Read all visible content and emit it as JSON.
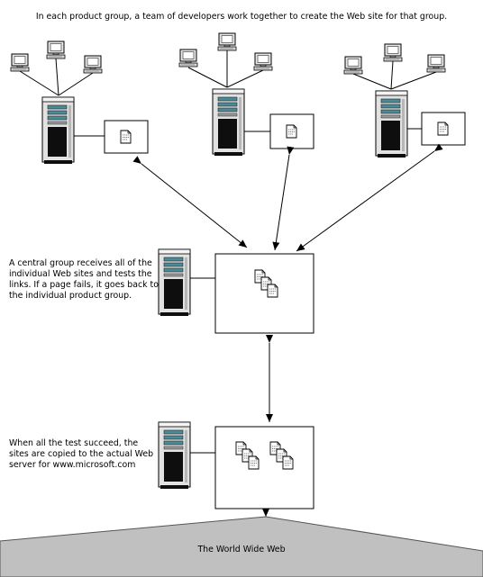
{
  "captions": {
    "top": "In each product group, a team of developers work together to create the Web site for that group.",
    "central": "A central group receives all of the individual Web sites and tests the links.  If a page fails, it goes back to the individual product group.",
    "publish": "When all the test succeed, the sites are copied to the actual Web server for www.microsoft.com",
    "world_wide_web": "The World Wide Web"
  },
  "icons": {
    "developer": "desktop-computer-icon",
    "server": "tower-server-icon",
    "site": "document-icon"
  },
  "colors": {
    "line": "#000000",
    "ground": "#c0c0c0",
    "server_panel": "#3e7f8c"
  }
}
